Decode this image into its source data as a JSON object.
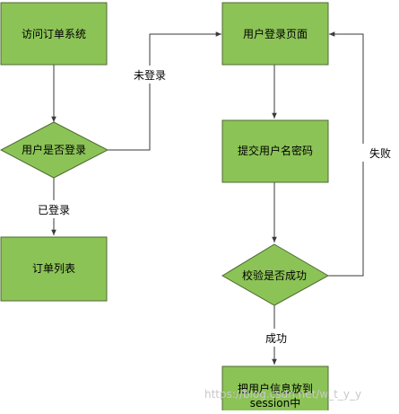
{
  "nodes": {
    "visit": "访问订单系统",
    "is_logged_in": "用户是否登录",
    "order_list": "订单列表",
    "login_page": "用户登录页面",
    "submit_credentials": "提交用户名密码",
    "verify": "校验是否成功",
    "store_session_line1": "把用户信息放到",
    "store_session_line2": "session中"
  },
  "edges": {
    "not_logged_in": "未登录",
    "logged_in": "已登录",
    "fail": "失败",
    "success": "成功"
  },
  "watermark": "https://blog.csdn.net/w_t_y_y",
  "colors": {
    "node_fill": "#8cc356",
    "node_border": "#4f6b32",
    "edge": "#3a3a3a"
  }
}
